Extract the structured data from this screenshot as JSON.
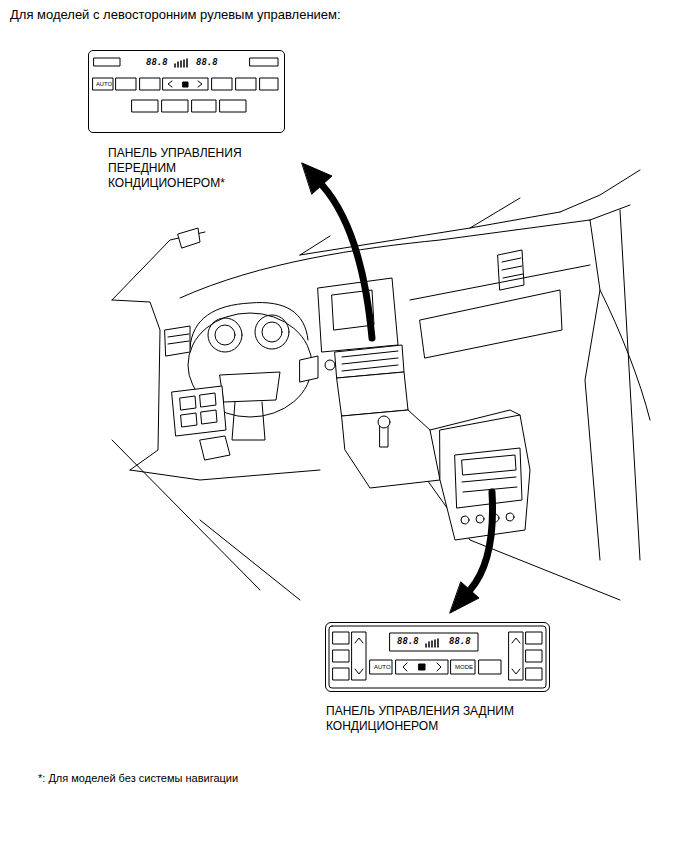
{
  "diagram": {
    "title": "Для моделей с левосторонним рулевым управлением:",
    "nodes": [
      {
        "text": [
          "ПАНЕЛЬ УПРАВЛЕНИЯ ПЕРЕДНИМ КОНДИЦИОНЕРОМ*",
          "88.8",
          "88.8",
          "AUTO"
        ]
      },
      {
        "text": [
          "ПАНЕЛЬ УПРАВЛЕНИЯ ЗАДНИМ КОНДИЦИОНЕРОМ",
          "88.8",
          "88.8",
          "AUTO",
          "MODE"
        ]
      }
    ],
    "labels": [
      "*: Для моделей без системы навигации"
    ]
  }
}
